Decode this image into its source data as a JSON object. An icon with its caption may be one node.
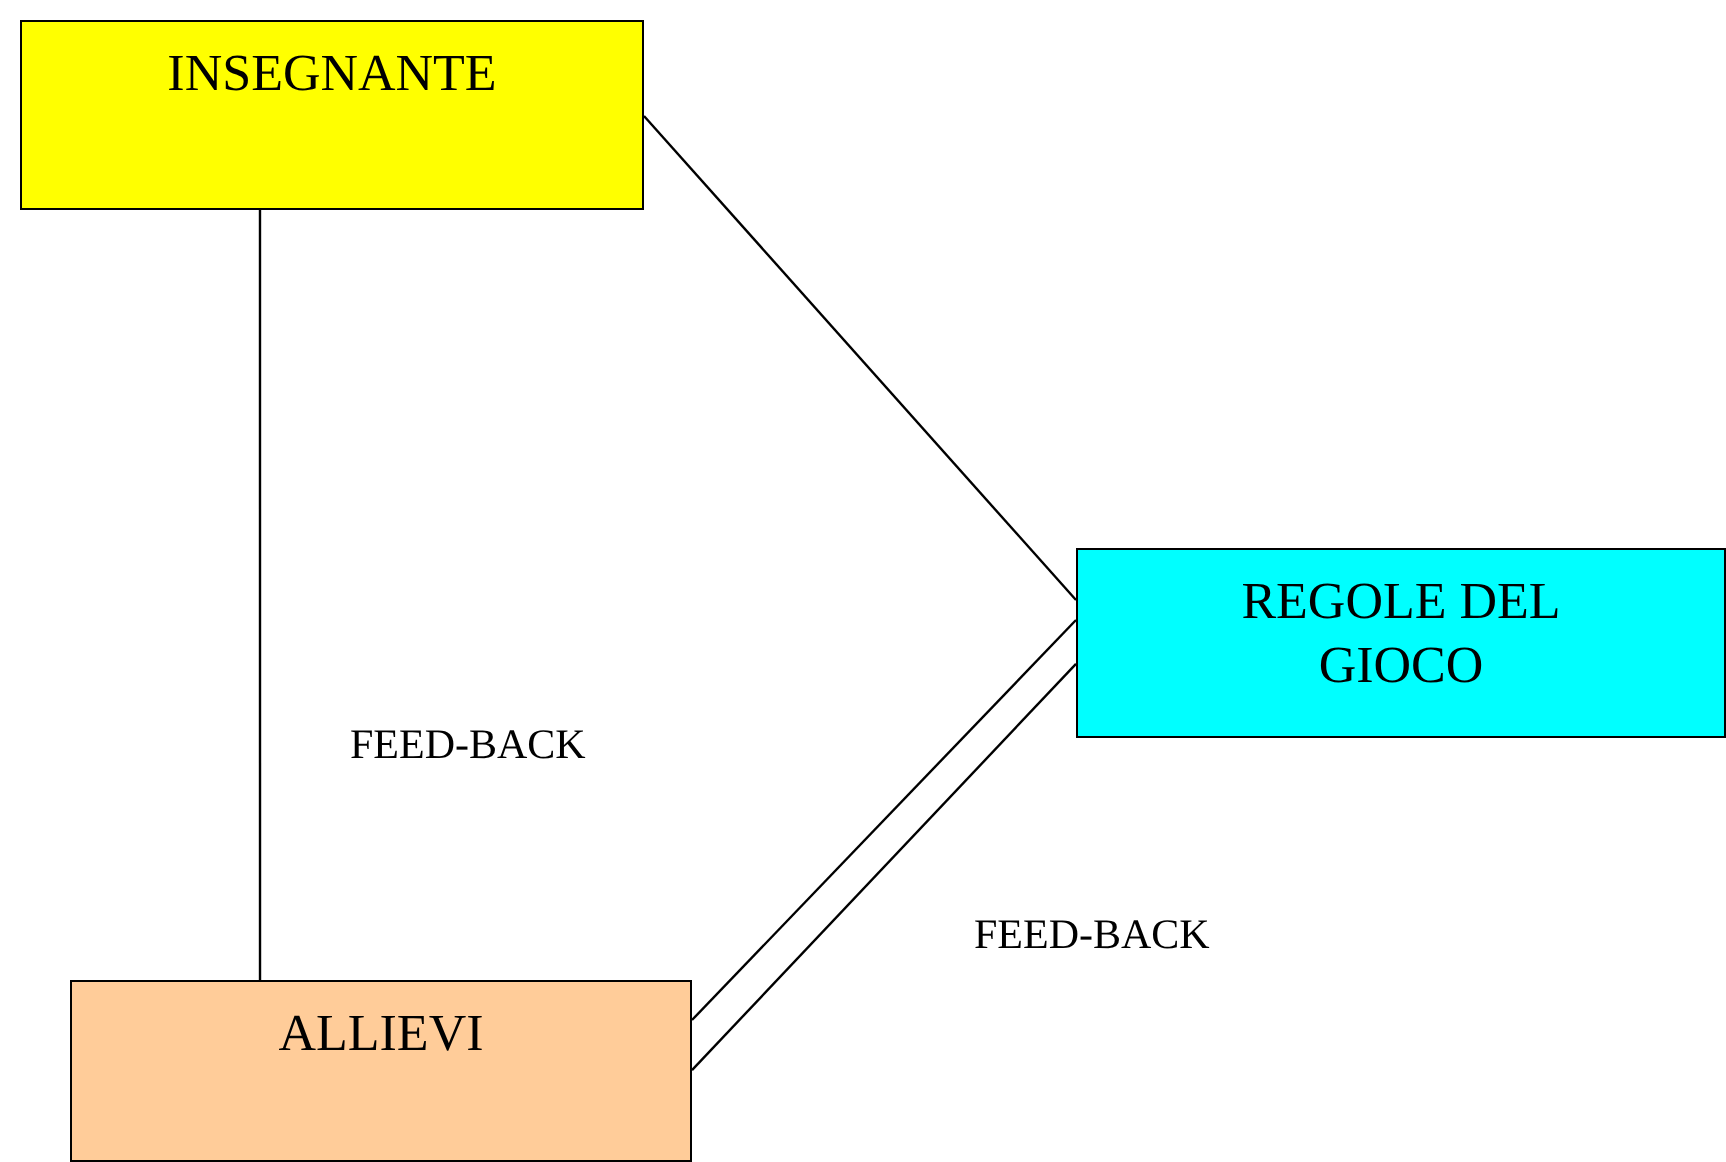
{
  "diagram": {
    "nodes": [
      {
        "text": [
          "INSEGNANTE"
        ]
      },
      {
        "text": [
          "REGOLE DEL GIOCO"
        ]
      },
      {
        "text": [
          "ALLIEVI"
        ]
      }
    ],
    "edges": [
      {
        "from": 0,
        "to": 2,
        "arrow": "none"
      },
      {
        "from": 0,
        "to": 1,
        "arrow": "none"
      },
      {
        "from": 2,
        "to": 1,
        "arrow": "none"
      },
      {
        "from": 2,
        "to": 1,
        "arrow": "none"
      }
    ],
    "labels": [
      "FEED-BACK",
      "FEED-BACK"
    ]
  }
}
